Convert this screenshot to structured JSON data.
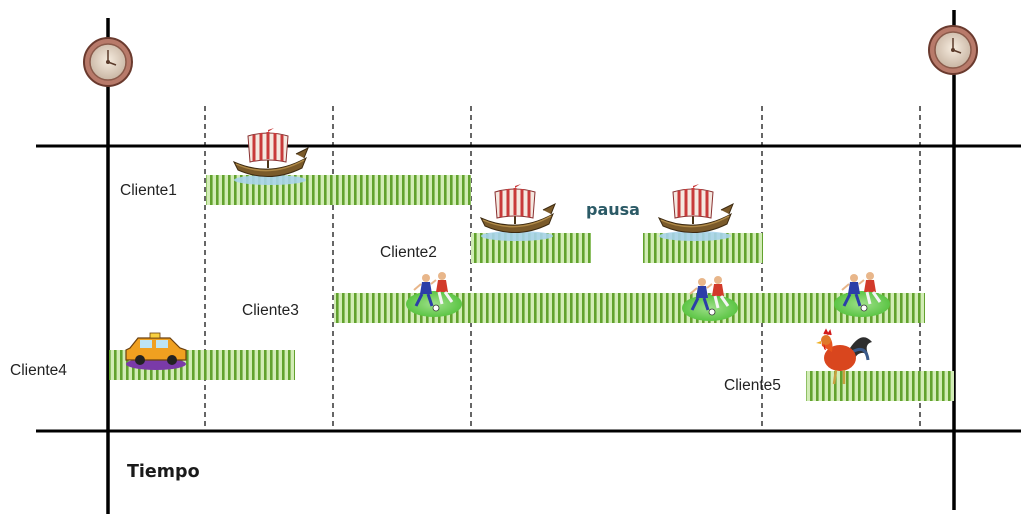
{
  "labels": {
    "tiempo": "Tiempo",
    "pausa": "pausa"
  },
  "clients": [
    {
      "name": "Cliente1",
      "icon": "sailing-ship-icon"
    },
    {
      "name": "Cliente2",
      "icon": "sailing-ship-icon"
    },
    {
      "name": "Cliente3",
      "icon": "soccer-players-icon"
    },
    {
      "name": "Cliente4",
      "icon": "taxi-car-icon"
    },
    {
      "name": "Cliente5",
      "icon": "rooster-icon"
    }
  ],
  "icons": [
    "clock-icon",
    "sailing-ship-icon",
    "soccer-players-icon",
    "taxi-car-icon",
    "rooster-icon"
  ],
  "colors": {
    "bar_light": "#d2ecb6",
    "bar_stripe": "#62a22e",
    "axis": "#000000"
  }
}
